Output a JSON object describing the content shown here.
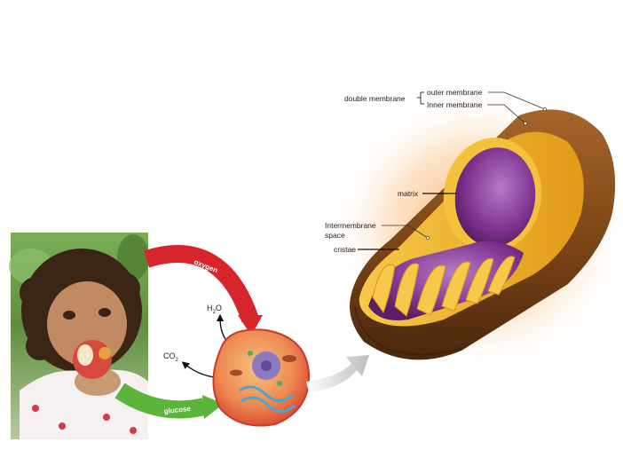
{
  "labels": {
    "double_membrane": "double membrane",
    "outer_membrane": "outer membrane",
    "inner_membrane": "Inner membrane",
    "matrix": "matrix",
    "intermembrane_line1": "Intermembrane",
    "intermembrane_line2": "space",
    "cristae": "cristae"
  },
  "arrows": {
    "oxygen": "oxygen",
    "glucose": "glucose",
    "water_base": "H",
    "water_sub": "2",
    "water_tail": "O",
    "co2_base": "CO",
    "co2_sub": "2"
  },
  "colors": {
    "oxygen_arrow": "#d7262b",
    "glucose_arrow": "#5bb53b",
    "outer_membrane": "#7a4416",
    "inner_membrane": "#f3b62a",
    "matrix": "#8b3f9a",
    "glow": "#f6a35a",
    "cell_body": "#e2553e"
  },
  "icons": {
    "photo": "child-eating-apple-photo",
    "cell": "animal-cell-icon",
    "mitochondrion": "mitochondrion-icon",
    "transition_arrow": "gray-curved-arrow-icon"
  }
}
